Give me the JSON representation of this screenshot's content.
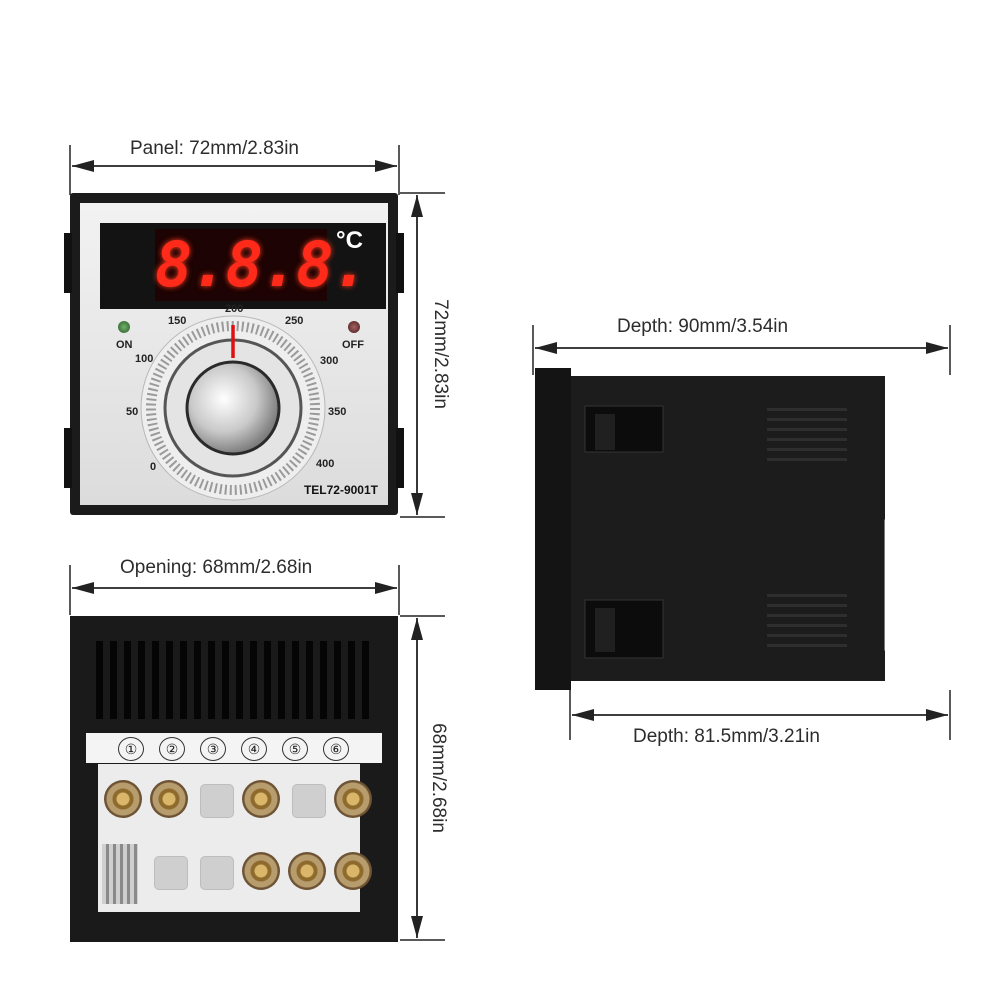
{
  "dimensions": {
    "panel": "Panel: 72mm/2.83in",
    "panel_height": "72mm/2.83in",
    "opening": "Opening: 68mm/2.68in",
    "opening_height": "68mm/2.68in",
    "depth_total": "Depth: 90mm/3.54in",
    "depth_body": "Depth: 81.5mm/3.21in"
  },
  "front_panel": {
    "display": "8.8.8.",
    "unit": "°C",
    "on_label": "ON",
    "off_label": "OFF",
    "dial_marks": [
      "0",
      "50",
      "100",
      "150",
      "200",
      "250",
      "300",
      "350",
      "400"
    ],
    "model": "TEL72-9001T"
  },
  "terminals": [
    "①",
    "②",
    "③",
    "④",
    "⑤",
    "⑥"
  ],
  "colors": {
    "display_red": "#ff2a1a",
    "housing": "#1a1a1a",
    "panel_face": "#e8e8e8",
    "led_on": "#3f7a3a",
    "led_off": "#6b2b2b"
  }
}
